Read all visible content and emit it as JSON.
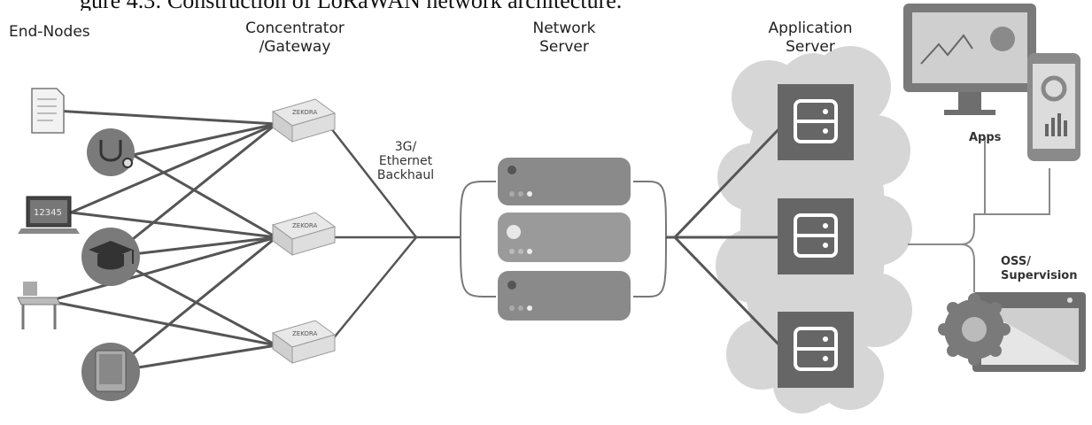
{
  "caption": "gure 4.3: Construction of LoRaWAN network architecture.",
  "headers": {
    "end_nodes": "End-Nodes",
    "concentrator": [
      "Concentrator",
      "/Gateway"
    ],
    "network_server": [
      "Network",
      "Server"
    ],
    "application_server": [
      "Application",
      "Server"
    ]
  },
  "backhaul_label": [
    "3G/",
    "Ethernet",
    "Backhaul"
  ],
  "apps_label": "Apps",
  "oss_label": [
    "OSS/",
    "Supervision"
  ],
  "gateway_brand": "ZEKORA",
  "laptop_screen_text": "12345",
  "colors": {
    "line": "#5a5a5a",
    "cloud": "#d2d2d2",
    "server_block": "#6e6e6e",
    "node_circle": "#7a7a7a"
  }
}
